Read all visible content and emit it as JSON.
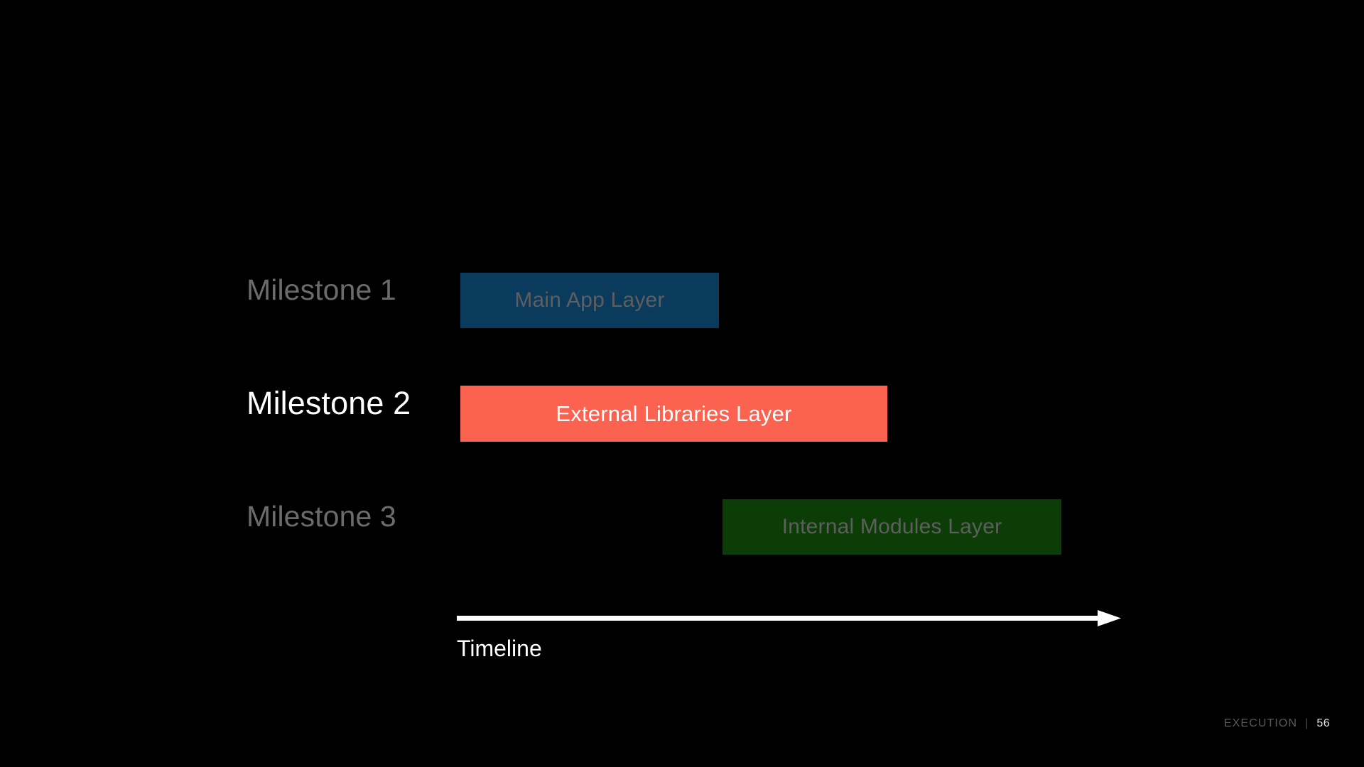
{
  "slide": {
    "background_color": "#000000",
    "milestones": [
      {
        "label": "Milestone 1",
        "bar_text": "Main App Layer",
        "bar_color": "#0a3a5c",
        "state": "dimmed"
      },
      {
        "label": "Milestone 2",
        "bar_text": "External Libraries Layer",
        "bar_color": "#fc6250",
        "state": "active"
      },
      {
        "label": "Milestone 3",
        "bar_text": "Internal Modules Layer",
        "bar_color": "#0c3d07",
        "state": "dimmed"
      }
    ],
    "timeline": {
      "label": "Timeline",
      "axis_color": "#ffffff"
    },
    "footer": {
      "section": "EXECUTION",
      "separator": "|",
      "page": "56"
    }
  }
}
